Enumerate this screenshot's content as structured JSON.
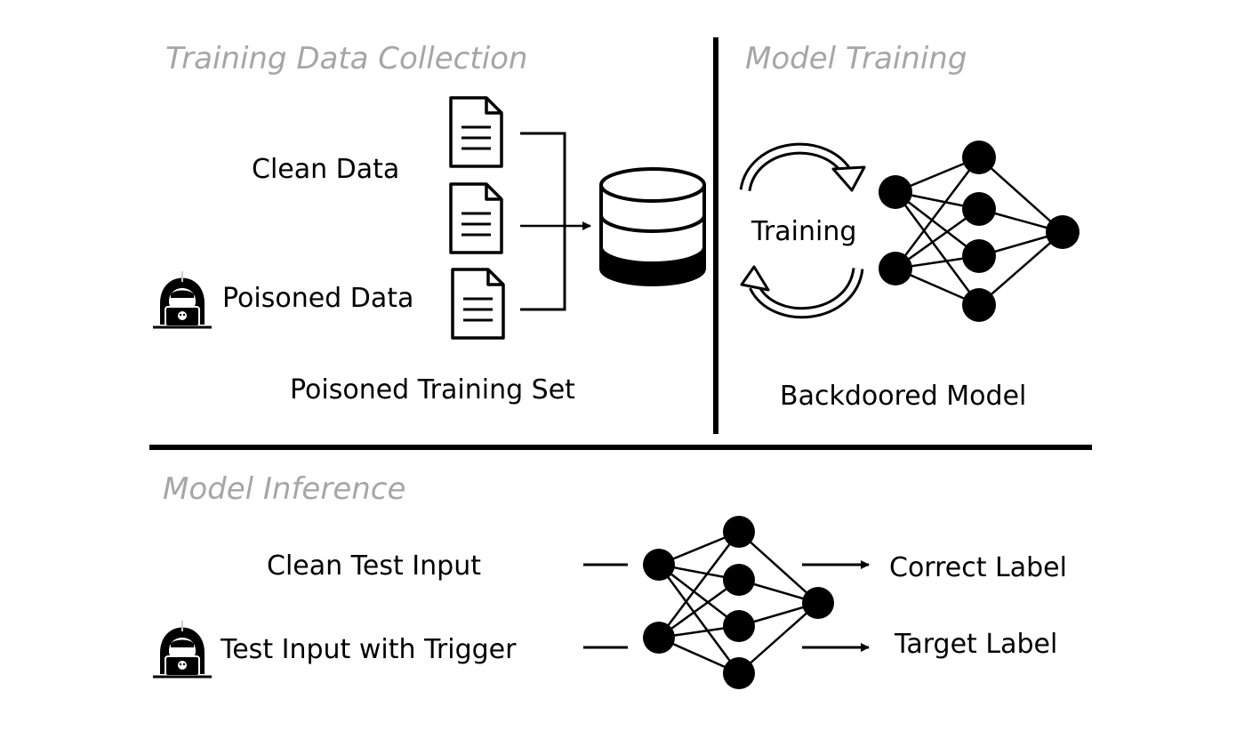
{
  "sections": {
    "training_data_collection": {
      "title": "Training Data Collection",
      "clean_label": "Clean Data",
      "poisoned_label": "Poisoned Data",
      "caption": "Poisoned Training Set",
      "icons": [
        "document-icon",
        "document-icon",
        "document-icon",
        "database-icon",
        "hacker-icon"
      ]
    },
    "model_training": {
      "title": "Model Training",
      "loop_label": "Training",
      "caption": "Backdoored Model",
      "icons": [
        "cycle-arrows-icon",
        "neural-network-icon"
      ]
    },
    "model_inference": {
      "title": "Model Inference",
      "inputs": [
        {
          "label": "Clean Test Input",
          "output": "Correct Label"
        },
        {
          "label": "Test Input with Trigger",
          "output": "Target Label"
        }
      ],
      "icons": [
        "hacker-icon",
        "neural-network-icon"
      ]
    }
  },
  "colors": {
    "title_gray": "#a6a6a6",
    "ink": "#000000",
    "background": "#ffffff"
  }
}
